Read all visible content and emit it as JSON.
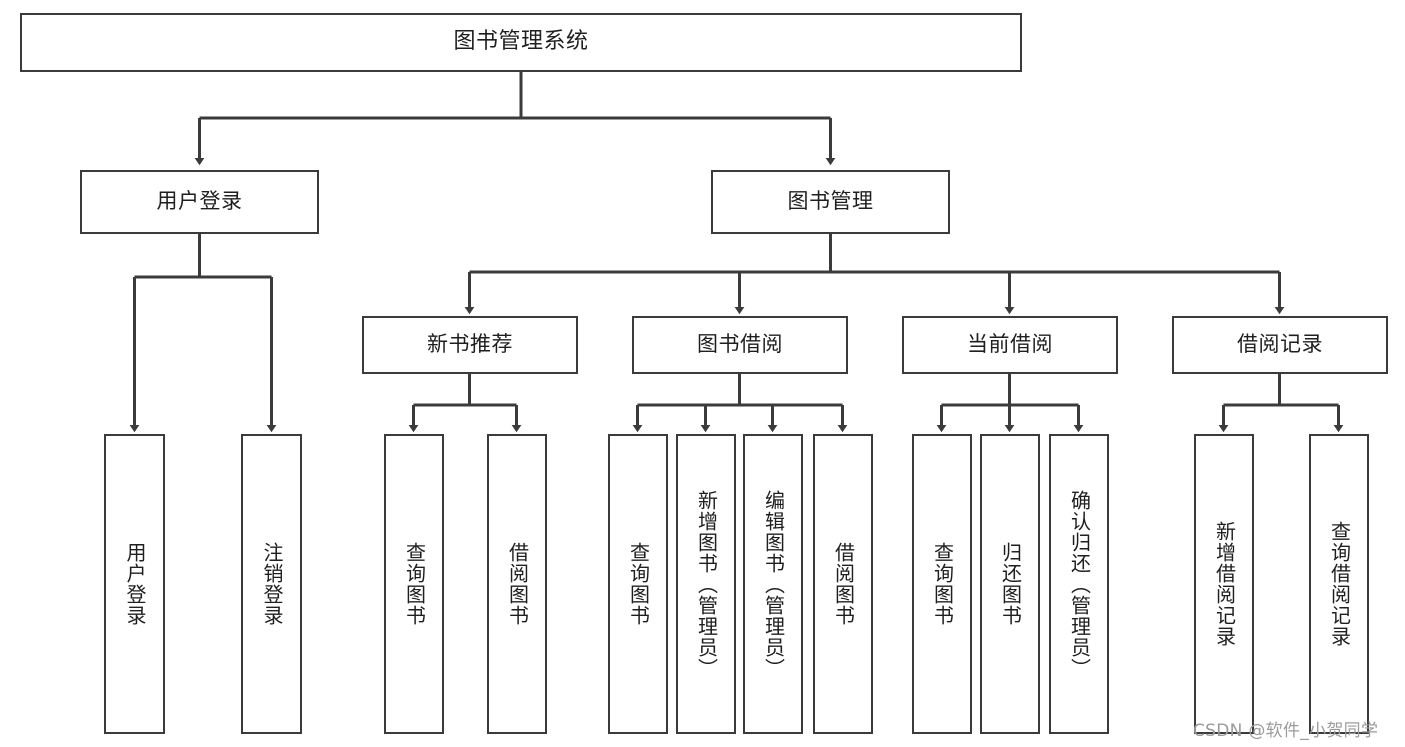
{
  "diagram": {
    "type": "tree-hierarchy-chart",
    "title": "图书管理系统",
    "watermark": "CSDN @软件_小贺同学",
    "colors": {
      "box_border": "#3b3b3b",
      "box_fill": "#ffffff",
      "connector": "#3b3b3b",
      "text": "#1f1f1f",
      "watermark": "#9b9b9b"
    },
    "levels": {
      "root": {
        "label": "图书管理系统"
      },
      "level2": [
        {
          "id": "user-login",
          "label": "用户登录"
        },
        {
          "id": "book-management",
          "label": "图书管理"
        }
      ],
      "level3": [
        {
          "id": "new-book-recommend",
          "label": "新书推荐",
          "parent": "book-management"
        },
        {
          "id": "book-borrow",
          "label": "图书借阅",
          "parent": "book-management"
        },
        {
          "id": "current-borrow",
          "label": "当前借阅",
          "parent": "book-management"
        },
        {
          "id": "borrow-record",
          "label": "借阅记录",
          "parent": "book-management"
        }
      ],
      "leaves": [
        {
          "id": "leaf-user-login",
          "label": "用户登录",
          "parent": "user-login"
        },
        {
          "id": "leaf-logout-login",
          "label": "注销登录",
          "parent": "user-login"
        },
        {
          "id": "leaf-query-book-1",
          "label": "查询图书",
          "parent": "new-book-recommend"
        },
        {
          "id": "leaf-borrow-book-1",
          "label": "借阅图书",
          "parent": "new-book-recommend"
        },
        {
          "id": "leaf-query-book-2",
          "label": "查询图书",
          "parent": "book-borrow"
        },
        {
          "id": "leaf-add-book",
          "label": "新增图书（管理员）",
          "parent": "book-borrow"
        },
        {
          "id": "leaf-edit-book",
          "label": "编辑图书（管理员）",
          "parent": "book-borrow"
        },
        {
          "id": "leaf-borrow-book-2",
          "label": "借阅图书",
          "parent": "book-borrow"
        },
        {
          "id": "leaf-query-book-3",
          "label": "查询图书",
          "parent": "current-borrow"
        },
        {
          "id": "leaf-return-book",
          "label": "归还图书",
          "parent": "current-borrow"
        },
        {
          "id": "leaf-confirm-return",
          "label": "确认归还（管理员）",
          "parent": "current-borrow"
        },
        {
          "id": "leaf-add-record",
          "label": "新增借阅记录",
          "parent": "borrow-record"
        },
        {
          "id": "leaf-query-record",
          "label": "查询借阅记录",
          "parent": "borrow-record"
        }
      ]
    }
  }
}
